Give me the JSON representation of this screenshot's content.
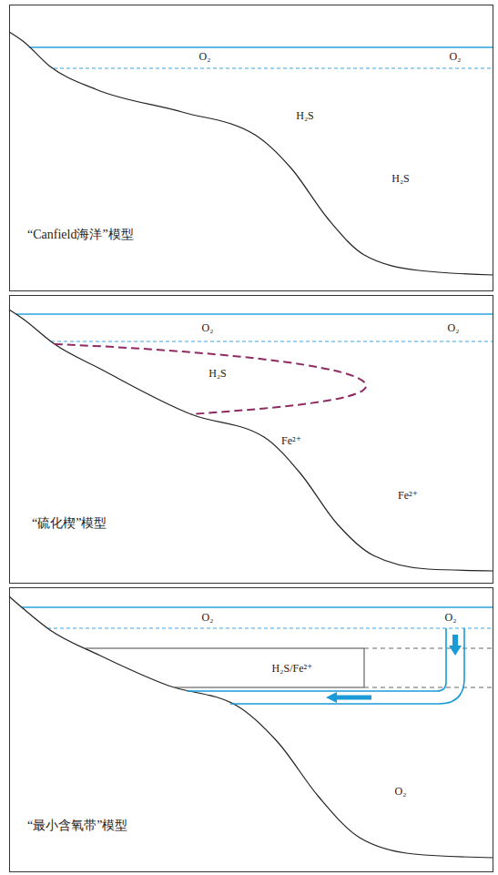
{
  "diagram": {
    "nodes": [
      {
        "text": [
          "O₂",
          "O₂",
          "H₂S",
          "H₂S",
          "“Canfield海洋”模型"
        ]
      },
      {
        "text": [
          "O₂",
          "O₂",
          "Fe²⁺",
          "Fe²⁺",
          "“硫化楔”模型"
        ]
      },
      {
        "text": [
          "H₂S"
        ],
        "in": 1
      },
      {
        "text": [
          "O₂",
          "O₂",
          "O₂",
          "“最小含氧带”模型"
        ]
      },
      {
        "text": [
          "H₂S/Fe²⁺"
        ],
        "in": 3
      }
    ]
  }
}
